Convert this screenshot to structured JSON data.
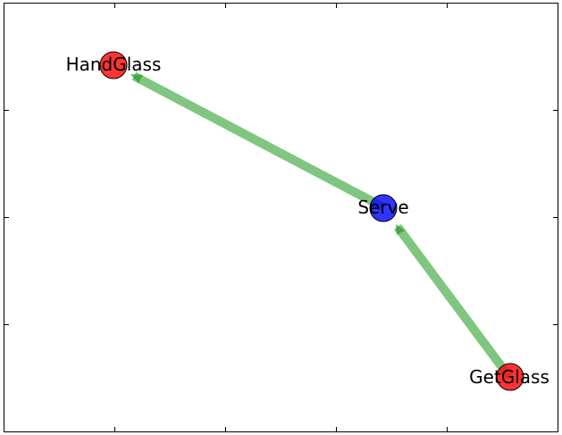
{
  "graph": {
    "nodes": [
      {
        "id": "HandGlass",
        "label": "HandGlass",
        "color": "#ff0000"
      },
      {
        "id": "Serve",
        "label": "Serve",
        "color": "#0000ff"
      },
      {
        "id": "GetGlass",
        "label": "GetGlass",
        "color": "#ff0000"
      }
    ],
    "edges": [
      {
        "from": "Serve",
        "to": "HandGlass",
        "color": "#2ca02c"
      },
      {
        "from": "GetGlass",
        "to": "Serve",
        "color": "#2ca02c"
      }
    ]
  },
  "colors": {
    "edge": "#2ca02c",
    "frame": "#000000"
  }
}
